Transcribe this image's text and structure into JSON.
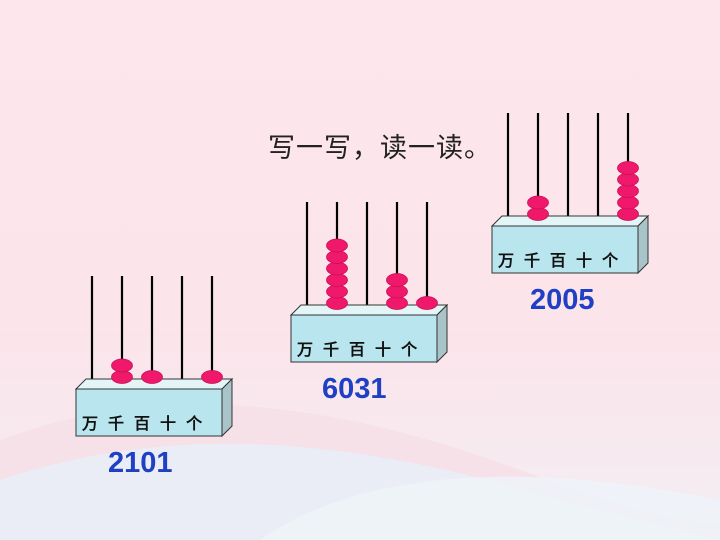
{
  "title": "写一写，读一读。",
  "place_labels": [
    "万",
    "千",
    "百",
    "十",
    "个"
  ],
  "colors": {
    "bead": "#f0186b",
    "box_front": "#b9e6ee",
    "number": "#1f3fc4"
  },
  "abacuses": [
    {
      "number": "2101",
      "beads": [
        0,
        2,
        1,
        0,
        1
      ]
    },
    {
      "number": "6031",
      "beads": [
        0,
        6,
        0,
        3,
        1
      ]
    },
    {
      "number": "2005",
      "beads": [
        0,
        2,
        0,
        0,
        5
      ]
    }
  ]
}
